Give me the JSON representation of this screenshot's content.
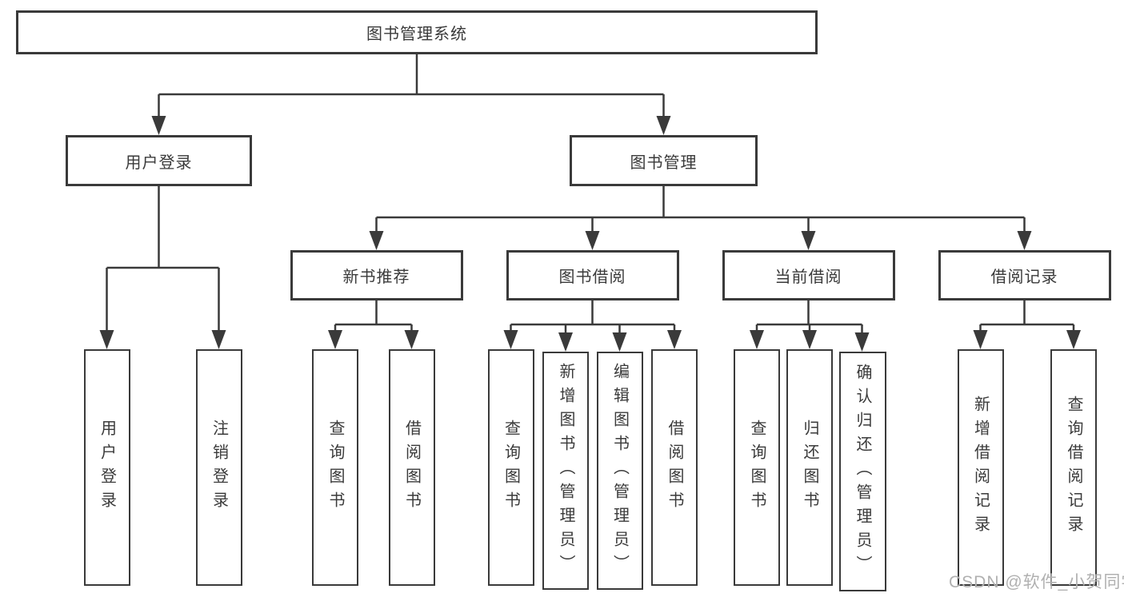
{
  "diagram": {
    "root": {
      "label": "图书管理系统"
    },
    "branches": [
      {
        "label": "用户登录",
        "leaves": [
          {
            "label": "用户登录"
          },
          {
            "label": "注销登录"
          }
        ]
      },
      {
        "label": "图书管理",
        "groups": [
          {
            "label": "新书推荐",
            "leaves": [
              {
                "label": "查询图书"
              },
              {
                "label": "借阅图书"
              }
            ]
          },
          {
            "label": "图书借阅",
            "leaves": [
              {
                "label": "查询图书"
              },
              {
                "label": "新增图书（管理员）"
              },
              {
                "label": "编辑图书（管理员）"
              },
              {
                "label": "借阅图书"
              }
            ]
          },
          {
            "label": "当前借阅",
            "leaves": [
              {
                "label": "查询图书"
              },
              {
                "label": "归还图书"
              },
              {
                "label": "确认归还（管理员）"
              }
            ]
          },
          {
            "label": "借阅记录",
            "leaves": [
              {
                "label": "新增借阅记录"
              },
              {
                "label": "查询借阅记录"
              }
            ]
          }
        ]
      }
    ]
  },
  "watermark": {
    "text": "CSDN @软件_小贺同学"
  },
  "colors": {
    "line": "#3a3a3a",
    "text": "#3a3a3a",
    "background": "#ffffff",
    "watermark": "#b0b0b0"
  }
}
